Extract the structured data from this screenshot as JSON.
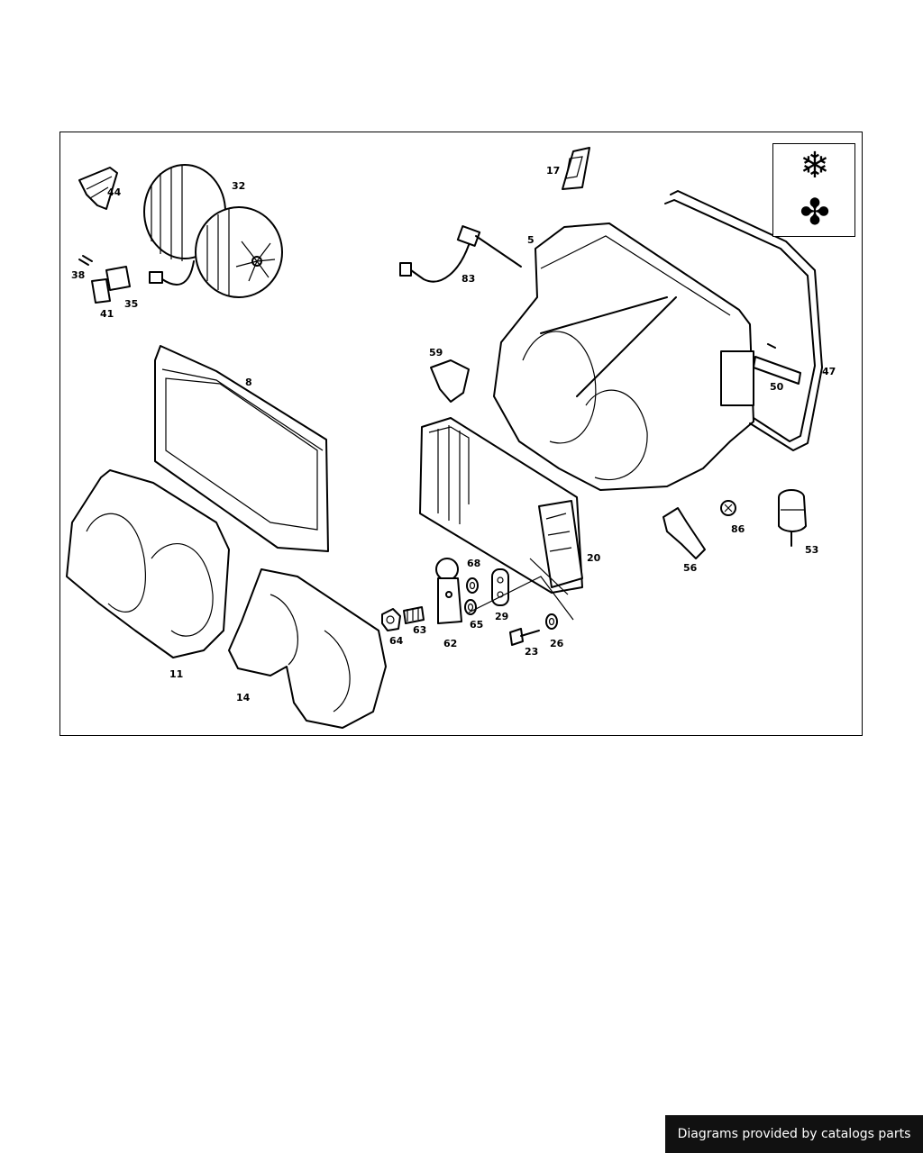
{
  "diagram": {
    "part_labels": {
      "p44": "44",
      "p32": "32",
      "p38": "38",
      "p35": "35",
      "p41": "41",
      "p8": "8",
      "p17": "17",
      "p5": "5",
      "p83": "83",
      "p47": "47",
      "p50": "50",
      "p59": "59",
      "p20": "20",
      "p11": "11",
      "p14": "14",
      "p64": "64",
      "p63": "63",
      "p62": "62",
      "p68": "68",
      "p65": "65",
      "p29": "29",
      "p23": "23",
      "p26": "26",
      "p56": "56",
      "p86": "86",
      "p53": "53"
    },
    "legend": {
      "snowflake_icon": "snowflake-icon",
      "fan_icon": "fan-icon"
    }
  },
  "footer": {
    "credit": "Diagrams provided by catalogs parts"
  }
}
